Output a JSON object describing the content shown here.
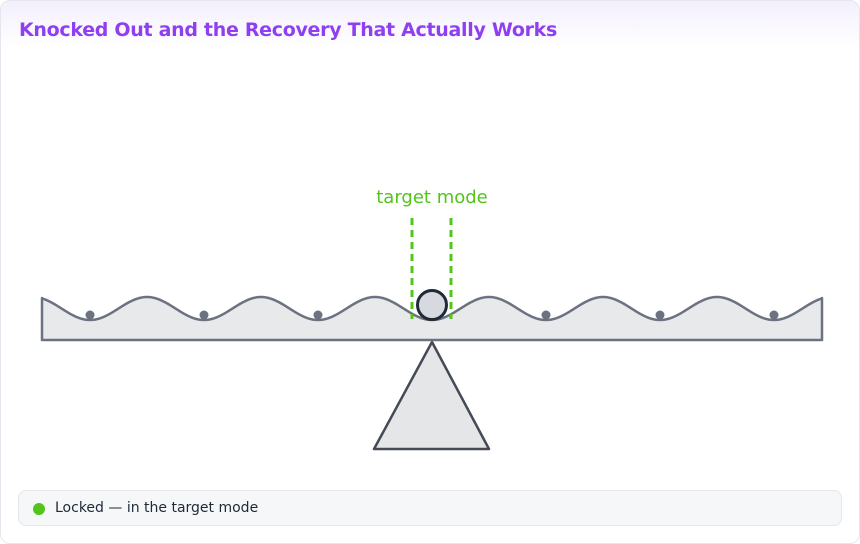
{
  "header": {
    "title": "Knocked Out and the Recovery That Actually Works"
  },
  "diagram": {
    "target_label": "target mode",
    "colors": {
      "target": "#52c41a",
      "stroke": "#6b7280",
      "fill": "#e5e6e8",
      "ball_stroke": "#1f2937",
      "ball_fill": "#d6d9e0"
    }
  },
  "status": {
    "text": "Locked — in the target mode",
    "indicator_color": "#52c41a"
  }
}
